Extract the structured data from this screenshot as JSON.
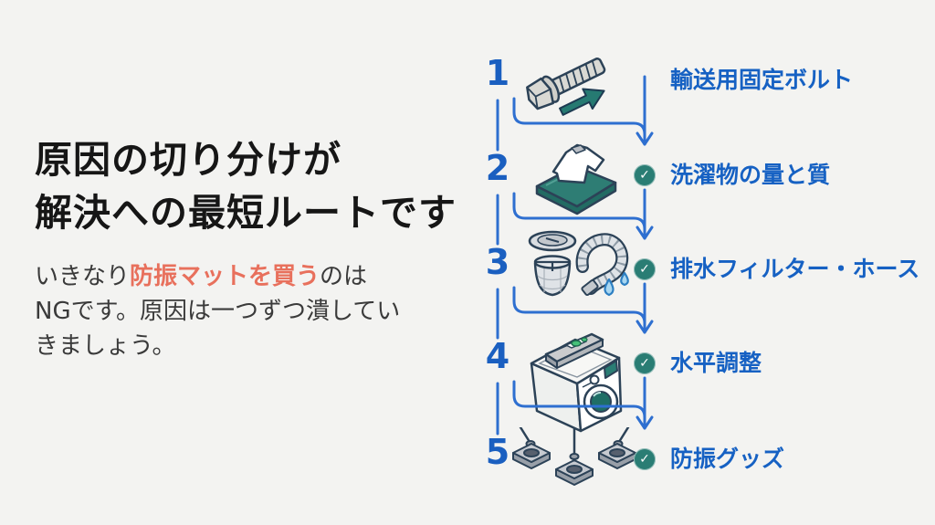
{
  "slide": {
    "headline": {
      "line1": "原因の切り分けが",
      "line2": "解決への最短ルートです"
    },
    "body": {
      "line1_pre": "いきなり",
      "line1_highlight": "防振マットを買う",
      "line1_post": "のは",
      "line2": "NGです。原因は一つずつ潰してい",
      "line3": "きましょう。"
    },
    "steps": [
      {
        "number": "1",
        "label": "輸送用固定ボルト",
        "icon": "shipping-bolt-icon",
        "checked": false
      },
      {
        "number": "2",
        "label": "洗濯物の量と質",
        "icon": "laundry-icon",
        "checked": true
      },
      {
        "number": "3",
        "label": "排水フィルター・ホース",
        "icon": "drain-filter-hose-icon",
        "checked": true
      },
      {
        "number": "4",
        "label": "水平調整",
        "icon": "washing-machine-level-icon",
        "checked": true
      },
      {
        "number": "5",
        "label": "防振グッズ",
        "icon": "anti-vibration-pads-icon",
        "checked": true
      }
    ],
    "icons": {
      "check_glyph": "✓"
    },
    "colors": {
      "background": "#f3f3f1",
      "headline_text": "#161616",
      "body_text": "#3a3a3a",
      "highlight": "#e8705c",
      "number_blue": "#1a5fc0",
      "label_blue": "#1661c3",
      "connector_blue": "#2e6fd0",
      "check_teal": "#2a7d74",
      "icon_outline": "#2c4257",
      "icon_teal": "#2e7d74",
      "bubble_green": "#46c178",
      "drop_blue": "#a9d7f1"
    }
  }
}
